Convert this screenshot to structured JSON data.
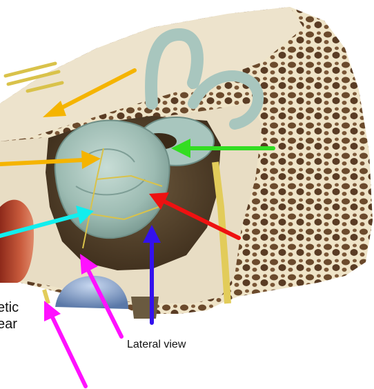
{
  "figure": {
    "view_caption": "Lateral view",
    "cut_label_line1": "etic",
    "cut_label_line2": "ear"
  },
  "colors": {
    "arrow_orange": "#F5B400",
    "arrow_green": "#33DD22",
    "arrow_red": "#EE1111",
    "arrow_cyan": "#11EEEE",
    "arrow_blue": "#3311EE",
    "arrow_magenta": "#FF11FF",
    "bone_light": "#EDE3CC",
    "bone_dark": "#6A4A2E",
    "labyrinth": "#A8C6BE",
    "muscle": "#B8422C",
    "nerve": "#D9C24A",
    "membrane": "#7E9CC8"
  },
  "icons": {
    "arrow_marker": "arrow-head-icon"
  }
}
